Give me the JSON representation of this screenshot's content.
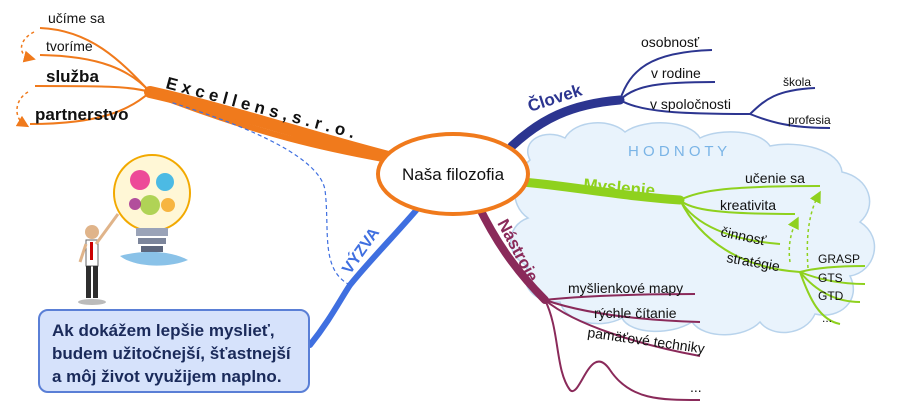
{
  "center": {
    "label": "Naša filozofia"
  },
  "company": {
    "label": "E x c e l l e n s ,   s . r . o ."
  },
  "company_items": [
    "učíme sa",
    "tvoríme",
    "služba",
    "partnerstvo"
  ],
  "clovek": {
    "label": "Človek",
    "items": [
      "osobnosť",
      "v rodine",
      "v spoločnosti"
    ],
    "subitems": [
      "škola",
      "profesia"
    ]
  },
  "hodnoty": {
    "label": "H O D N O T Y"
  },
  "myslenie": {
    "label": "Myslenie",
    "items": [
      "učenie sa",
      "kreativita",
      "činnosť",
      "stratégie"
    ],
    "subitems": [
      "GRASP",
      "GTS",
      "GTD",
      "..."
    ]
  },
  "nastroje": {
    "label": "Nástroje",
    "items": [
      "myšlienkové mapy",
      "rýchle čítanie",
      "pamäťové techniky",
      "..."
    ]
  },
  "vyzva": {
    "label": "VÝZVA"
  },
  "quote": {
    "lines": [
      "Ak dokážem lepšie myslieť,",
      "budem užitočnejší, šťastnejší",
      "a môj život využijem naplno."
    ]
  },
  "colors": {
    "orange": "#f07a1c",
    "navy": "#2c3590",
    "green": "#8fd11e",
    "maroon": "#8a2a5a",
    "blue": "#3f6fe0",
    "cloud": "#e9f3fc"
  },
  "illustration": {
    "name": "man-with-colorful-lightbulb-illustration"
  }
}
